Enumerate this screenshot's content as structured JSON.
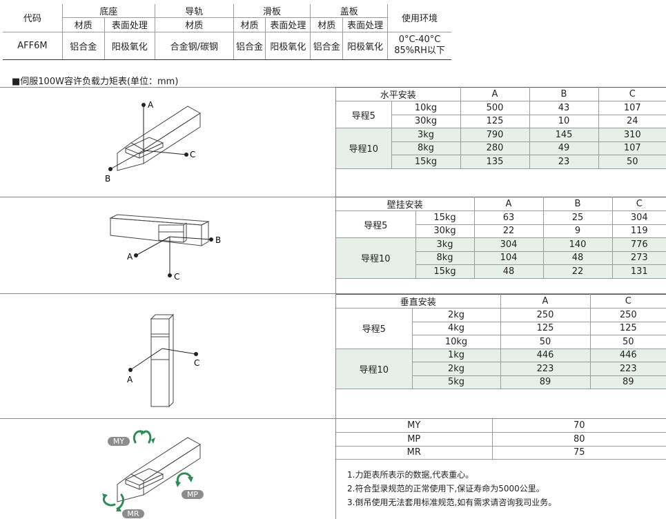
{
  "spec": {
    "headers": {
      "code": "代码",
      "base": "底座",
      "rail": "导轨",
      "slider": "滑板",
      "cover": "盖板",
      "env": "使用环境",
      "material": "材质",
      "surface": "表面处理"
    },
    "row": {
      "code": "AFF6M",
      "base_material": "铝合金",
      "base_surface": "阳极氧化",
      "rail_material": "合金钢/碳钢",
      "slider_material": "铝合金",
      "slider_surface": "阳极氧化",
      "cover_material": "铝合金",
      "cover_surface": "阳极氧化",
      "env_line1": "0°C-40°C",
      "env_line2": "85%RH以下"
    }
  },
  "section_title": "■伺服100W容许负载力矩表(单位：mm)",
  "horizontal": {
    "title": "水平安装",
    "cols": [
      "A",
      "B",
      "C"
    ],
    "groups": [
      {
        "label": "导程5",
        "rows": [
          {
            "load": "10kg",
            "a": "500",
            "b": "43",
            "c": "107"
          },
          {
            "load": "30kg",
            "a": "125",
            "b": "10",
            "c": "24"
          }
        ]
      },
      {
        "label": "导程10",
        "rows": [
          {
            "load": "3kg",
            "a": "790",
            "b": "145",
            "c": "310"
          },
          {
            "load": "8kg",
            "a": "280",
            "b": "49",
            "c": "107"
          },
          {
            "load": "15kg",
            "a": "135",
            "b": "23",
            "c": "50"
          }
        ]
      }
    ]
  },
  "wall": {
    "title": "壁挂安装",
    "cols": [
      "A",
      "B",
      "C"
    ],
    "groups": [
      {
        "label": "导程5",
        "rows": [
          {
            "load": "15kg",
            "a": "63",
            "b": "25",
            "c": "304"
          },
          {
            "load": "30kg",
            "a": "22",
            "b": "9",
            "c": "119"
          }
        ]
      },
      {
        "label": "导程10",
        "rows": [
          {
            "load": "3kg",
            "a": "304",
            "b": "140",
            "c": "776"
          },
          {
            "load": "8kg",
            "a": "104",
            "b": "48",
            "c": "273"
          },
          {
            "load": "15kg",
            "a": "48",
            "b": "22",
            "c": "131"
          }
        ]
      }
    ]
  },
  "vertical": {
    "title": "垂直安装",
    "cols": [
      "A",
      "C"
    ],
    "groups": [
      {
        "label": "导程5",
        "rows": [
          {
            "load": "2kg",
            "a": "250",
            "c": "250"
          },
          {
            "load": "4kg",
            "a": "125",
            "c": "125"
          },
          {
            "load": "10kg",
            "a": "50",
            "c": "50"
          }
        ]
      },
      {
        "label": "导程10",
        "rows": [
          {
            "load": "1kg",
            "a": "446",
            "c": "446"
          },
          {
            "load": "2kg",
            "a": "223",
            "c": "223"
          },
          {
            "load": "5kg",
            "a": "89",
            "c": "89"
          }
        ]
      }
    ]
  },
  "moment": {
    "rows": [
      {
        "label": "MY",
        "value": "70"
      },
      {
        "label": "MP",
        "value": "80"
      },
      {
        "label": "MR",
        "value": "75"
      }
    ]
  },
  "notes": [
    "1.力距表所表示的数据,代表重心。",
    "2.符合型录规范的正常使用下,保证寿命为5000公里。",
    "3.倒吊使用无法套用标准规范,如有需求请咨询我司业务。"
  ],
  "diagram_labels": {
    "a": "A",
    "b": "B",
    "c": "C",
    "my": "MY",
    "mp": "MP",
    "mr": "MR"
  },
  "colors": {
    "green_band": "#e6efe8",
    "arrow_green": "#2e8b57",
    "badge_gray": "#8c8c8c"
  }
}
